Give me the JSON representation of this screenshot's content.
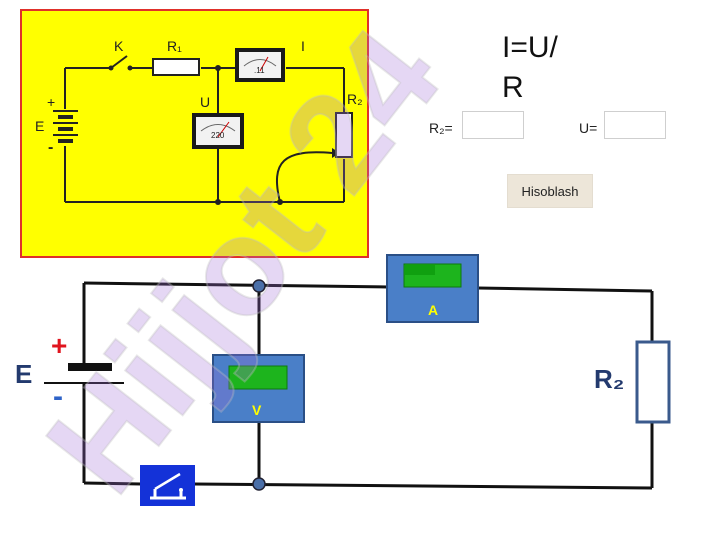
{
  "schematic": {
    "switch_label": "K",
    "r1_label": "R₁",
    "ammeter_label": "I",
    "ammeter_reading": ".11",
    "voltmeter_label": "U",
    "voltmeter_reading": "220",
    "source_label": "E",
    "rheostat_label": "R₂",
    "plus": "+",
    "minus": "-"
  },
  "formula": {
    "line1": "I=U/",
    "line2": "R"
  },
  "inputs": {
    "r2_label": "R₂=",
    "r2_value": "",
    "u_label": "U=",
    "u_value": ""
  },
  "calc_button": {
    "label": "Hisoblash"
  },
  "circuit": {
    "source_label": "E",
    "plus": "+",
    "minus": "-",
    "ammeter_label": "A",
    "voltmeter_label": "V",
    "resistor_label": "R₂"
  },
  "watermark": {
    "text": "Hijjot 24"
  },
  "colors": {
    "panel_bg": "#ffff00",
    "panel_border": "#e0302a",
    "meter_body": "#4a7fc8",
    "meter_screen": "#1db41d",
    "label_navy": "#233a6e",
    "watermark_gray": "#bfbfbf",
    "watermark_violet": "#a36fd6"
  }
}
